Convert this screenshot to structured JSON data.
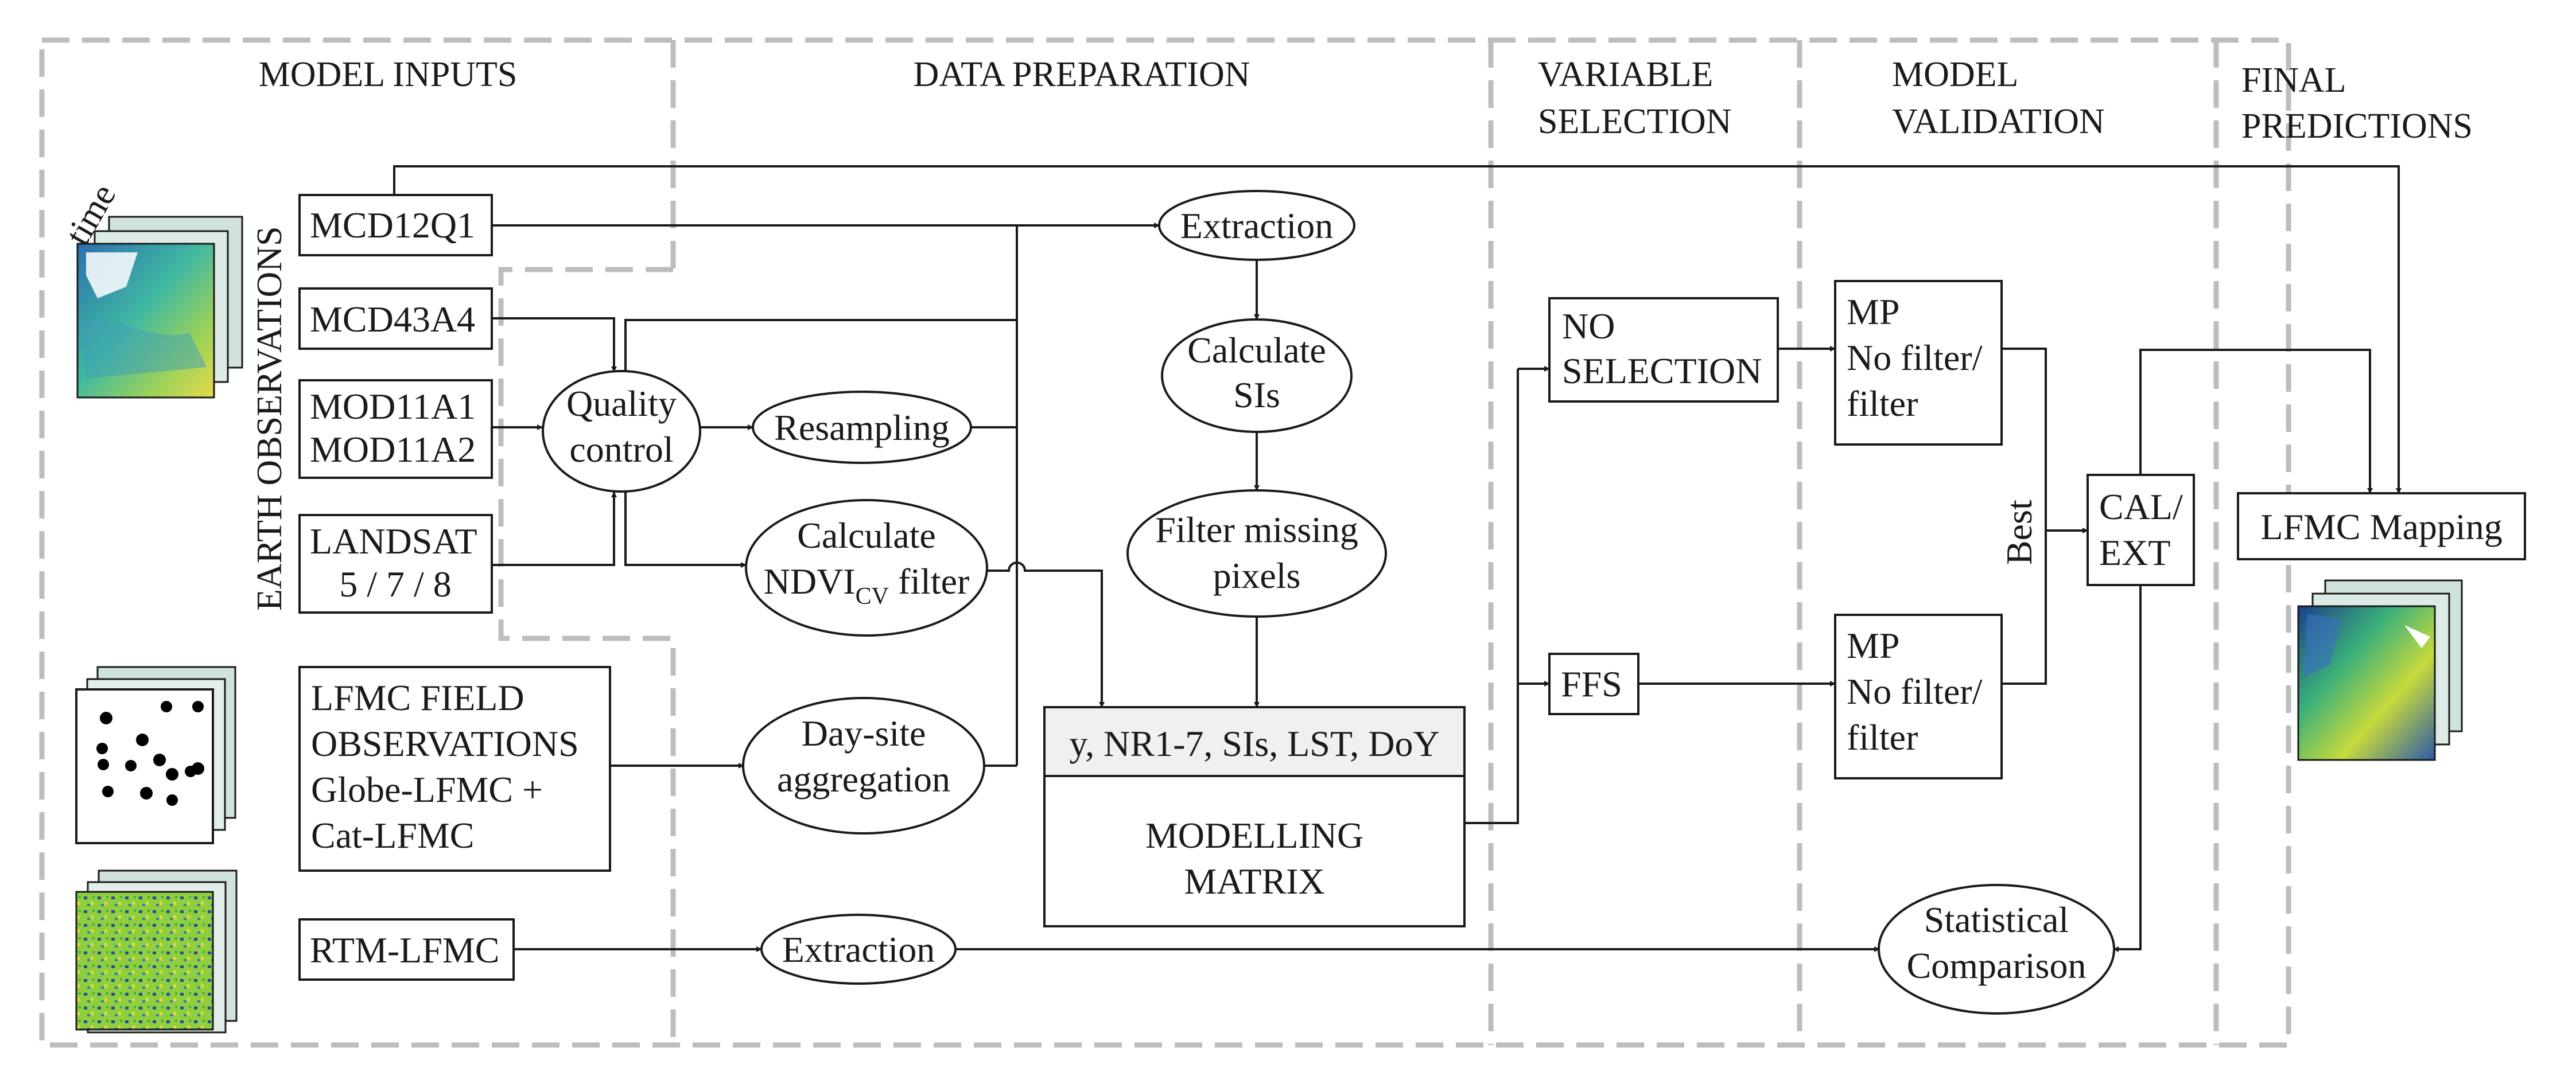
{
  "sections": {
    "model_inputs": "MODEL INPUTS",
    "data_preparation": "DATA PREPARATION",
    "variable_selection": [
      "VARIABLE",
      "SELECTION"
    ],
    "model_validation": [
      "MODEL",
      "VALIDATION"
    ],
    "final_predictions": [
      "FINAL",
      "PREDICTIONS"
    ]
  },
  "side_labels": {
    "time": "time",
    "earth_observations": "EARTH OBSERVATIONS",
    "best": "Best"
  },
  "inputs": {
    "mcd12q1": "MCD12Q1",
    "mcd43a4": "MCD43A4",
    "mod11": [
      "MOD11A1",
      "MOD11A2"
    ],
    "landsat": [
      "LANDSAT",
      "5 / 7 / 8"
    ],
    "lfmc_field": [
      "LFMC FIELD",
      "OBSERVATIONS",
      "Globe-LFMC +",
      "Cat-LFMC"
    ],
    "rtm_lfmc": "RTM-LFMC"
  },
  "processes": {
    "quality_control": [
      "Quality",
      "control"
    ],
    "resampling": "Resampling",
    "ndvi_filter": {
      "line1": "Calculate",
      "main": "NDVI",
      "sub": "CV",
      "tail": " filter"
    },
    "day_site": [
      "Day-site",
      "aggregation"
    ],
    "extraction_top": "Extraction",
    "calculate_sis": [
      "Calculate",
      "SIs"
    ],
    "filter_missing": [
      "Filter missing",
      "pixels"
    ],
    "extraction_bottom": "Extraction",
    "statistical_comparison": [
      "Statistical",
      "Comparison"
    ]
  },
  "matrix": {
    "header": "y, NR1-7, SIs, LST, DoY",
    "title": [
      "MODELLING",
      "MATRIX"
    ]
  },
  "selection": {
    "no_selection": [
      "NO",
      "SELECTION"
    ],
    "ffs": "FFS"
  },
  "validation": {
    "mp_top": [
      "MP",
      "No filter/",
      "filter"
    ],
    "mp_bottom": [
      "MP",
      "No filter/",
      "filter"
    ],
    "cal_ext": [
      "CAL/",
      "EXT"
    ]
  },
  "predictions": {
    "lfmc_mapping": "LFMC Mapping"
  },
  "colors": {
    "dash": "#bdbdbd",
    "line": "#1a1a1a",
    "matrix_header": "#f0f0f0",
    "layer_back": "#cfe3dc"
  }
}
